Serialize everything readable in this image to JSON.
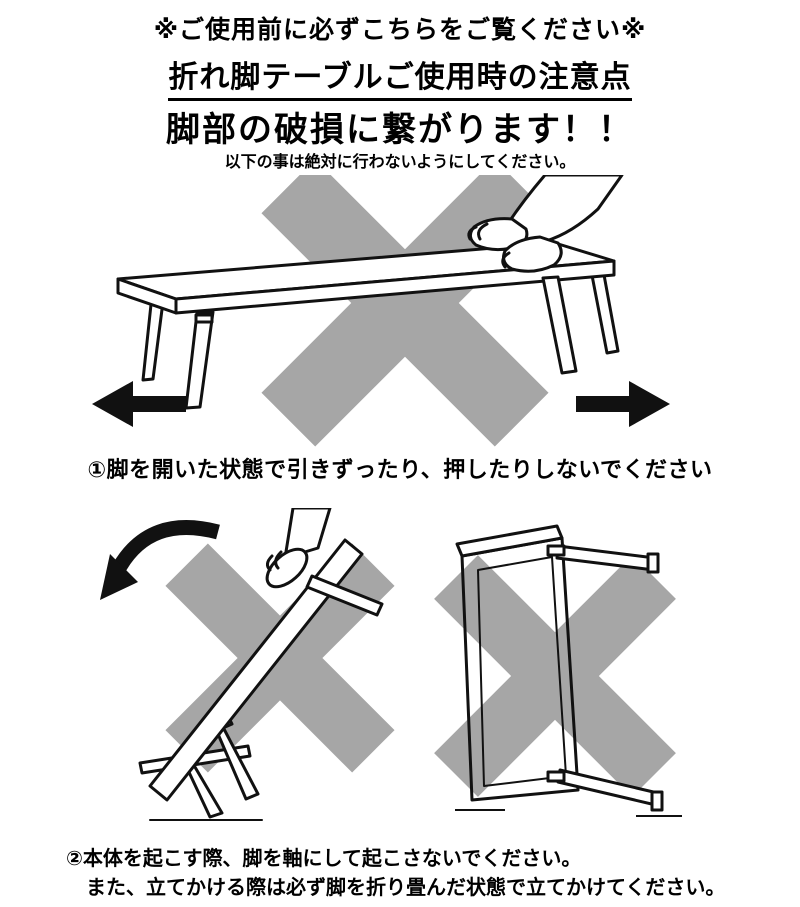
{
  "header": {
    "notice": "※ご使用前に必ずこちらをご覧ください※",
    "title": "折れ脚テーブルご使用時の注意点",
    "warning": "脚部の破損に繋がります！！",
    "note": "以下の事は絶対に行わないようにしてください。"
  },
  "figures": {
    "fig1": {
      "caption": "①脚を開いた状態で引きずったり、押したりしないでください"
    },
    "fig2": {
      "caption_line1": "②本体を起こす際、脚を軸にして起こさないでください。",
      "caption_line2": "また、立てかける際は必ず脚を折り畳んだ状態で立てかけてください。"
    }
  },
  "icons": {
    "x-cross-icon": "prohibition cross (gray X)",
    "arrow-left-icon": "solid left arrow",
    "arrow-right-icon": "solid right arrow",
    "curved-arrow-icon": "curved tilt arrow"
  },
  "colors": {
    "cross": "#a6a6a6",
    "ink": "#111111",
    "background": "#ffffff"
  }
}
